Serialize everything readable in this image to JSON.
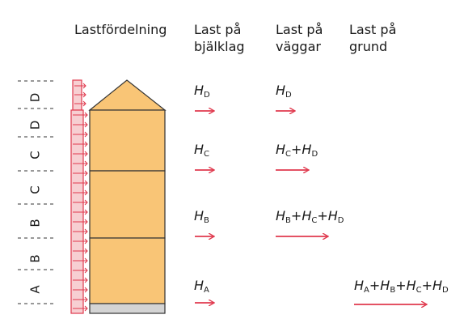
{
  "headers": {
    "load_distribution": "Lastfördelning",
    "load_on_joist": "Last på\nbjälklag",
    "load_on_walls": "Last på\nväggar",
    "load_on_foundation": "Last på\ngrund"
  },
  "zones": [
    "D",
    "D",
    "C",
    "C",
    "B",
    "B",
    "A"
  ],
  "loads": {
    "joist": [
      [
        "D"
      ],
      [
        "C"
      ],
      [
        "B"
      ],
      [
        "A"
      ]
    ],
    "walls": [
      [
        "D"
      ],
      [
        "C",
        "D"
      ],
      [
        "B",
        "C",
        "D"
      ]
    ],
    "foundation": [
      [
        "A",
        "B",
        "C",
        "D"
      ]
    ]
  },
  "symbol": "H",
  "colors": {
    "building_fill": "#f9c576",
    "building_stroke": "#333333",
    "arrow": "#e03a4e",
    "wind_fill": "#f7cfd2",
    "foundation": "#d4d4d4"
  }
}
